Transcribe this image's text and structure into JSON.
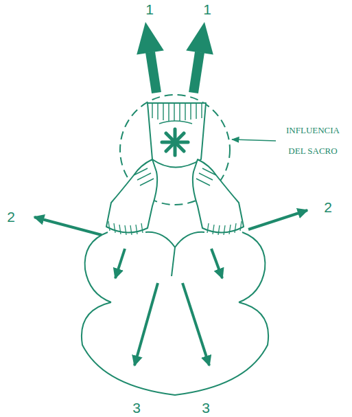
{
  "diagram": {
    "labels": [
      "1",
      "1",
      "2",
      "2",
      "3",
      "3",
      "INFLUENCIA DEL SACRO"
    ]
  }
}
